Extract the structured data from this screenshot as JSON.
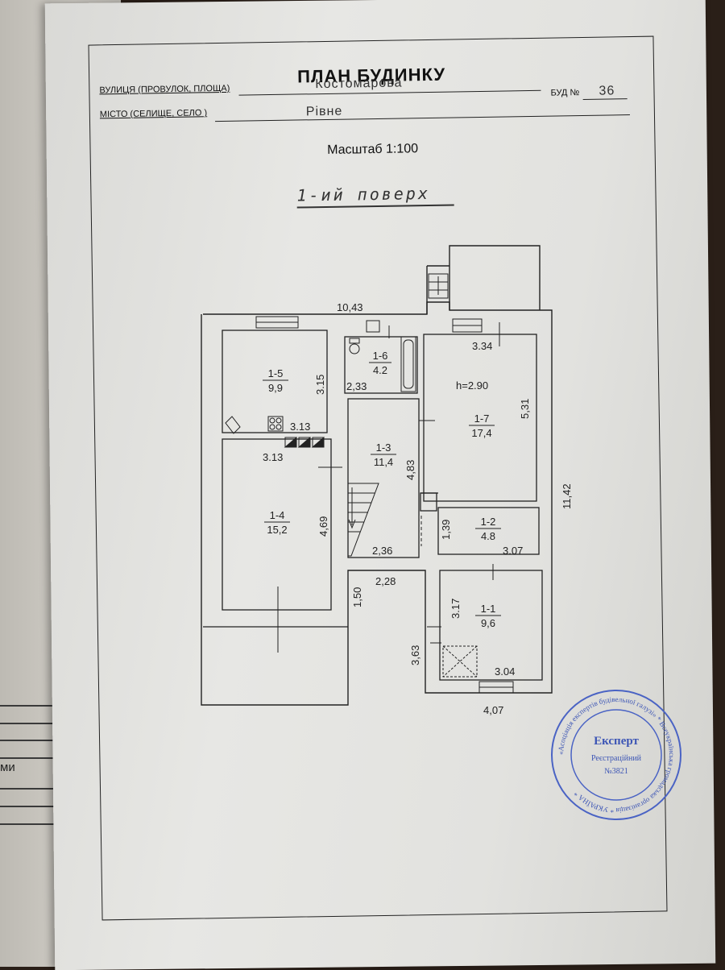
{
  "document": {
    "title": "ПЛАН БУДИНКУ",
    "street_label": "ВУЛИЦЯ (ПРОВУЛОК, ПЛОЩА)",
    "street_value": "Костомарова",
    "building_label": "БУД №",
    "building_value": "36",
    "city_label": "МІСТО (СЕЛИЩЕ, СЕЛО )",
    "city_value": "Рівне",
    "scale": "Масштаб  1:100",
    "floor": "1-ий поверх"
  },
  "plan": {
    "rooms": [
      {
        "id": "1-5",
        "area": "9,9"
      },
      {
        "id": "1-6",
        "area": "4.2"
      },
      {
        "id": "1-7",
        "area": "17,4"
      },
      {
        "id": "1-3",
        "area": "11,4"
      },
      {
        "id": "1-4",
        "area": "15,2"
      },
      {
        "id": "1-2",
        "area": "4.8"
      },
      {
        "id": "1-1",
        "area": "9,6"
      }
    ],
    "dimensions": {
      "overall_width": "10,43",
      "overall_height": "11,42",
      "d_334": "3.34",
      "d_531": "5,31",
      "d_315": "3.15",
      "d_313a": "3.13",
      "d_313b": "3.13",
      "d_233": "2,33",
      "d_483": "4,83",
      "d_469": "4,69",
      "d_139": "1,39",
      "d_307": "3.07",
      "d_236": "2,36",
      "d_228": "2,28",
      "d_150": "1,50",
      "d_317": "3.17",
      "d_363": "3,63",
      "d_304": "3.04",
      "d_407": "4,07"
    },
    "height_note": "h=2.90"
  },
  "stamp": {
    "center_title": "Експерт",
    "center_reg": "Реєстраційний",
    "center_num": "№3821",
    "ring_text": "«Асоціація експертів будівельної галузі» * Всеукраїнська громадська організація * УКРАЇНА *"
  }
}
